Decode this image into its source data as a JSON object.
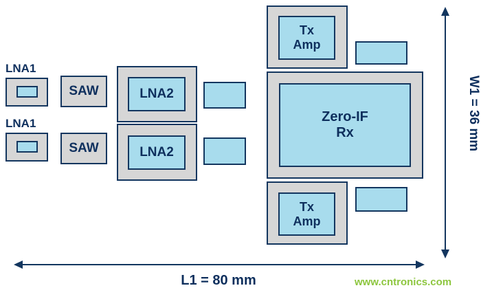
{
  "labels": {
    "lna1_top": "LNA1",
    "lna1_bottom": "LNA1",
    "saw_top": "SAW",
    "saw_bottom": "SAW",
    "lna2_top": "LNA2",
    "lna2_bottom": "LNA2",
    "tx_amp_top": "Tx\nAmp",
    "tx_amp_bottom": "Tx\nAmp",
    "zero_if_rx": "Zero-IF\nRx"
  },
  "dimensions": {
    "width": "W1 = 36 mm",
    "length": "L1 = 80 mm"
  },
  "watermark": "www.cntronics.com",
  "colors": {
    "block_fill": "#d6d6d6",
    "chip_fill": "#a8dced",
    "outline": "#13365f",
    "text": "#0e2f5d",
    "watermark": "#8dc63f"
  }
}
